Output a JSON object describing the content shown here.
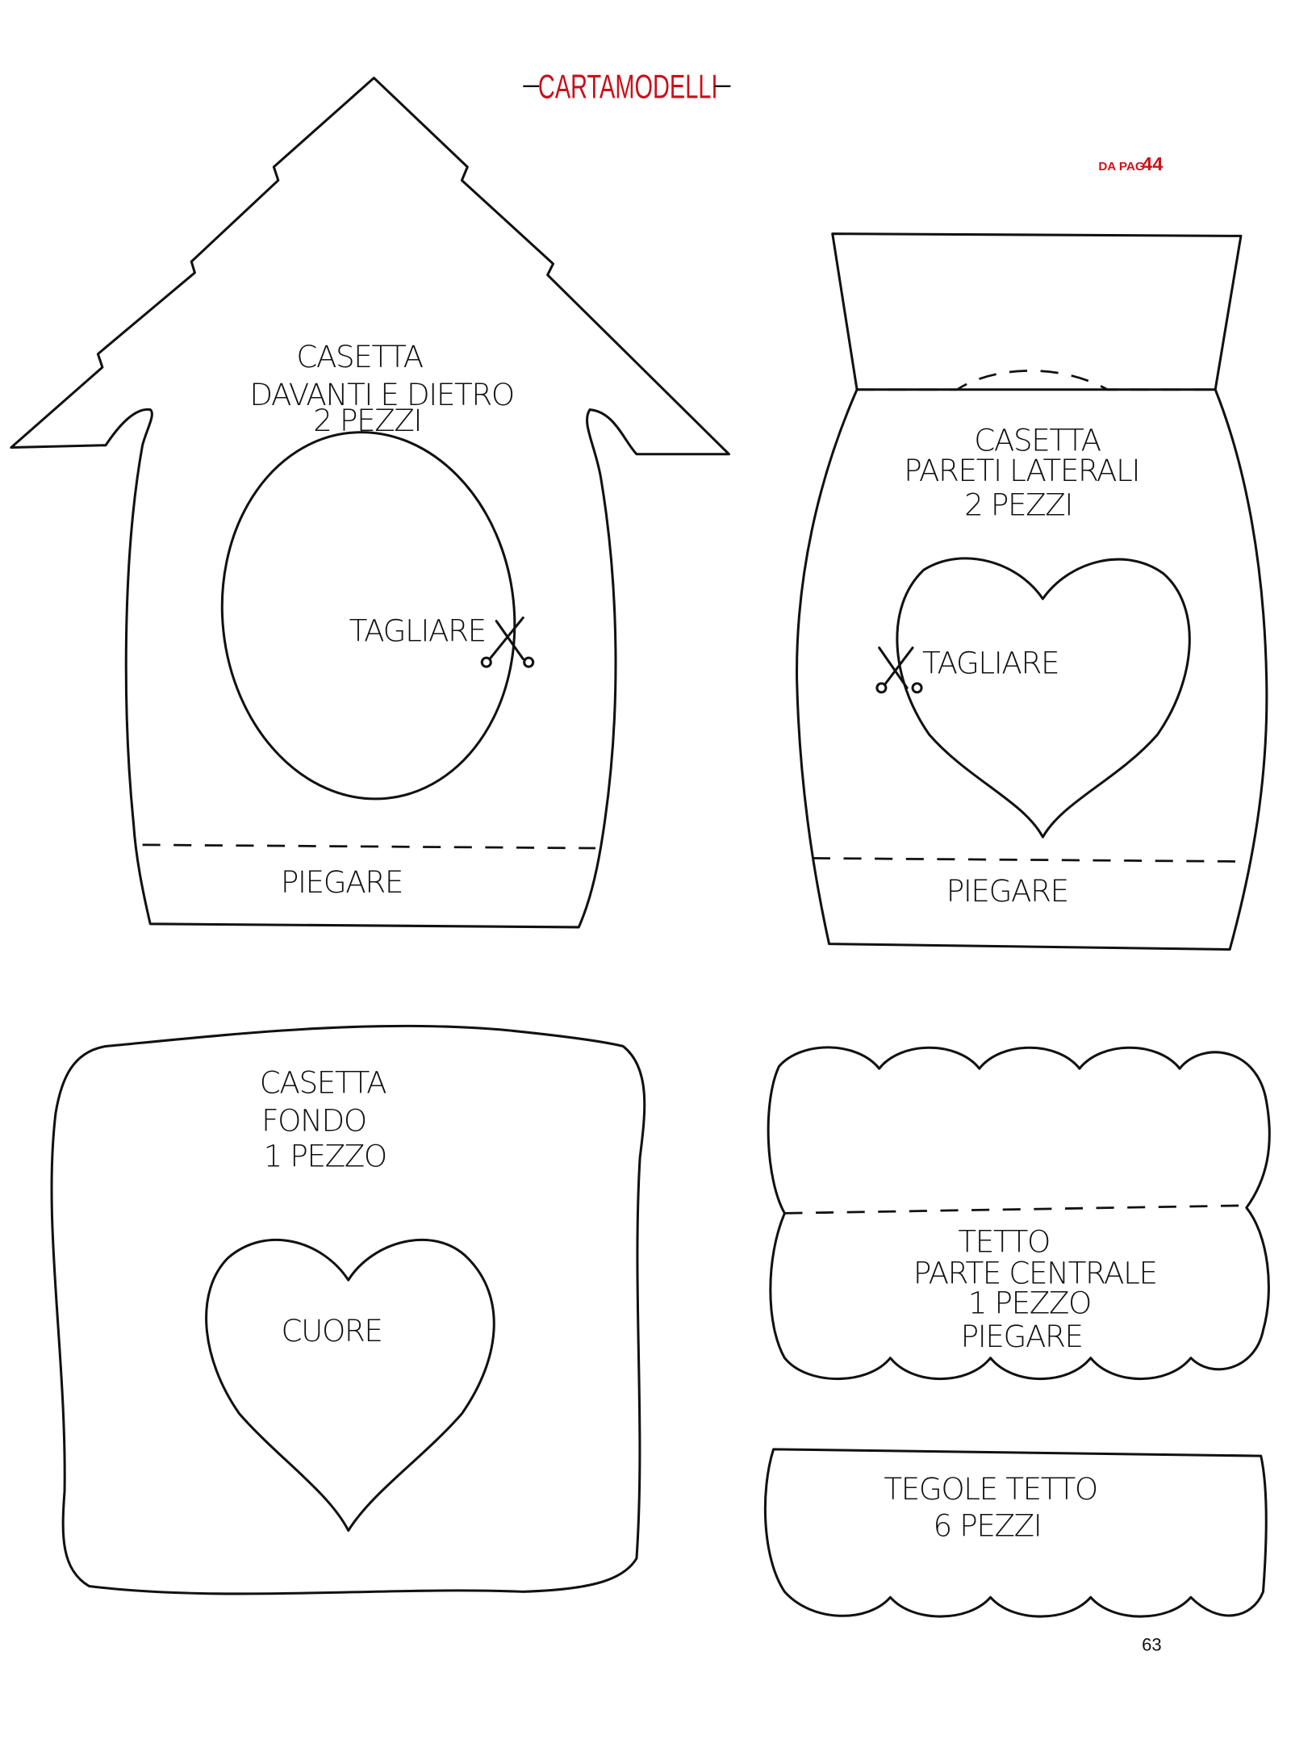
{
  "header": {
    "title": "CARTAMODELLI",
    "dash": "–",
    "ref_label": "DA PAG",
    "ref_page": "44"
  },
  "pieces": {
    "front_back": {
      "lines": [
        "CASETTA",
        "DAVANTI E DIETRO",
        "2 PEZZI"
      ],
      "cut": "TAGLIARE",
      "fold": "PIEGARE"
    },
    "side_walls": {
      "lines": [
        "CASETTA",
        "PARETI LATERALI",
        "2 PEZZI"
      ],
      "cut": "TAGLIARE",
      "fold": "PIEGARE"
    },
    "bottom": {
      "lines": [
        "CASETTA",
        "FONDO",
        "1 PEZZO"
      ],
      "heart": "CUORE"
    },
    "roof_center": {
      "lines": [
        "TETTO",
        "PARTE CENTRALE",
        "1 PEZZO",
        "PIEGARE"
      ]
    },
    "roof_tiles": {
      "lines": [
        "TEGOLE TETTO",
        "6 PEZZI"
      ]
    }
  },
  "page_number": "63"
}
